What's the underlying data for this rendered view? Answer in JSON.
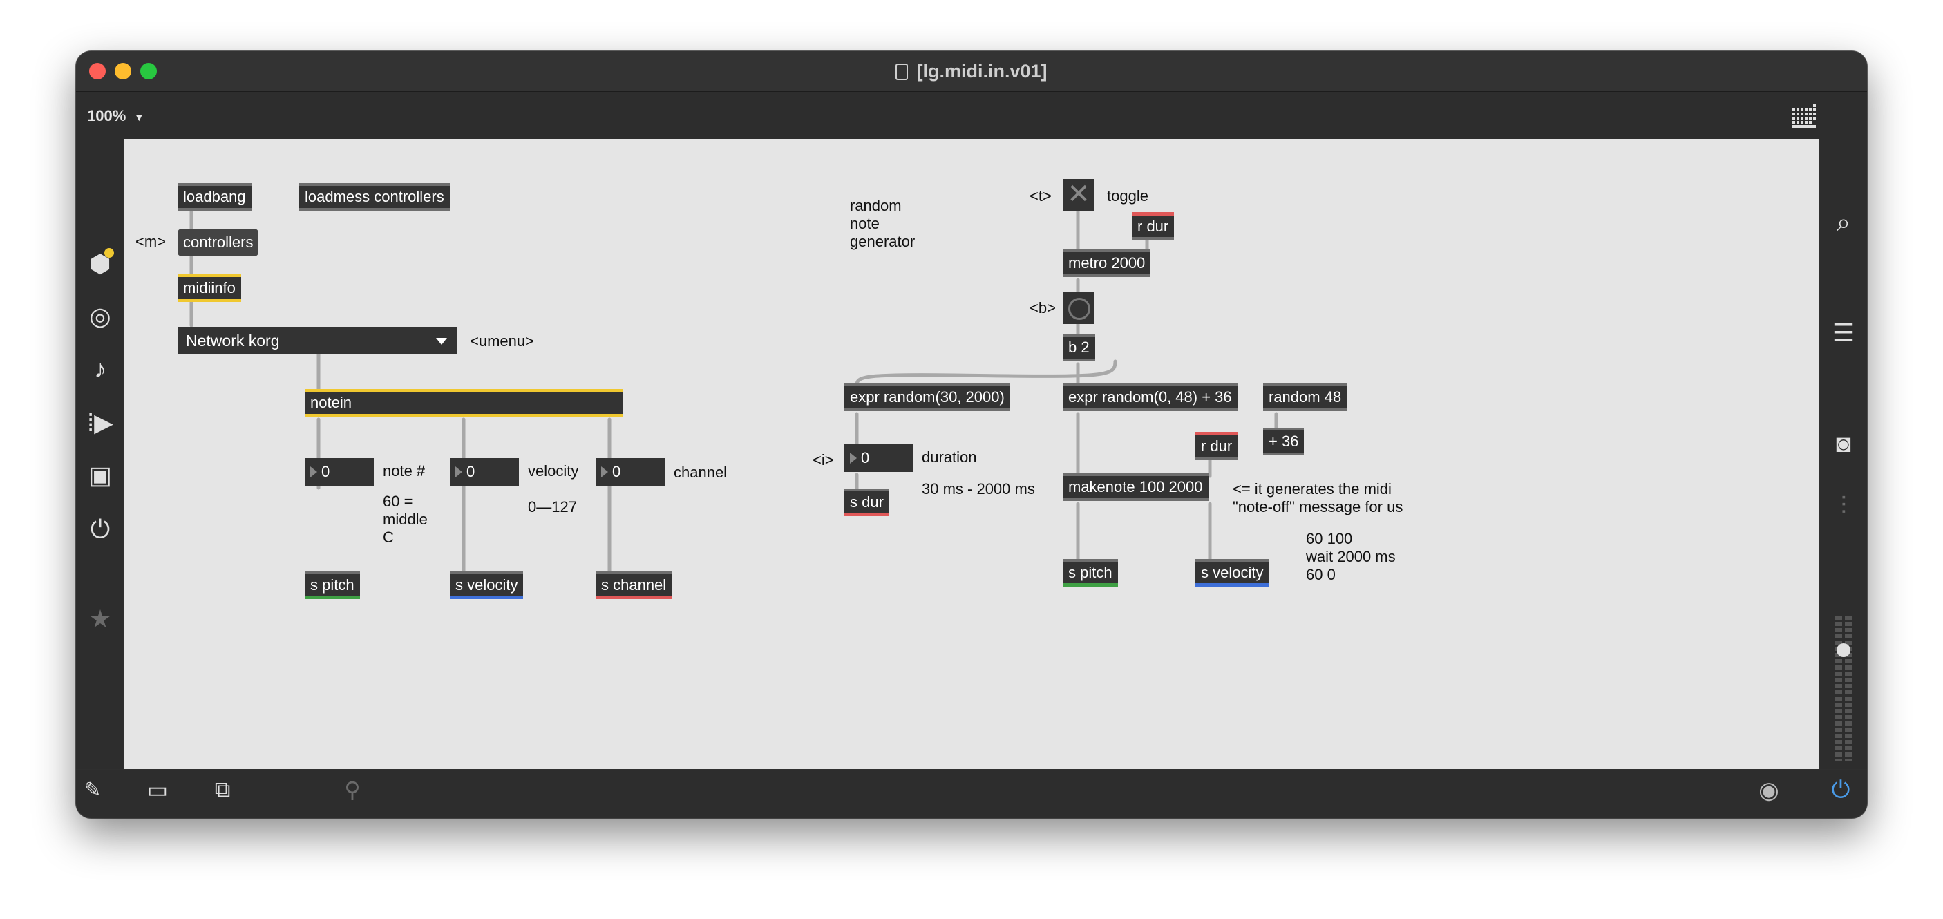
{
  "window": {
    "title": "[lg.midi.in.v01]"
  },
  "toolbar": {
    "zoom": "100%"
  },
  "colors": {
    "canvas": "#e5e5e5",
    "object": "#333333",
    "yellow": "#f0c830",
    "green": "#3fa044",
    "blue": "#3e6fd8",
    "red": "#e05858"
  },
  "left_sidebar": [
    "objects-icon",
    "target-icon",
    "music-note-icon",
    "clip-icon",
    "image-icon",
    "plugin-icon",
    "star-icon"
  ],
  "right_sidebar": [
    "search-icon",
    "list-icon",
    "snapshot-icon",
    "sliders-icon"
  ],
  "patch": {
    "loadbang": "loadbang",
    "loadmess": "loadmess controllers",
    "label_m": "<m>",
    "controllers": "controllers",
    "midiinfo": "midiinfo",
    "umenu_value": "Network korg",
    "label_umenu": "<umenu>",
    "notein": "notein",
    "num_note": "0",
    "num_velocity": "0",
    "num_channel": "0",
    "label_note": "note #",
    "label_note_desc": "60 =\nmiddle\nC",
    "label_velocity": "velocity",
    "label_velocity_range": "0—127",
    "label_channel": "channel",
    "s_pitch": "s pitch",
    "s_velocity": "s velocity",
    "s_channel": "s channel",
    "random_note_label": "random\nnote\ngenerator",
    "label_t": "<t>",
    "toggle_label": "toggle",
    "r_dur_1": "r dur",
    "metro": "metro 2000",
    "label_b": "<b>",
    "b2": "b 2",
    "expr_dur": "expr random(30, 2000)",
    "expr_pitch": "expr random(0, 48) + 36",
    "random48": "random 48",
    "plus36": "+ 36",
    "label_i": "<i>",
    "num_duration": "0",
    "duration_label": "duration",
    "duration_range": "30 ms - 2000 ms",
    "s_dur": "s dur",
    "r_dur_2": "r dur",
    "makenote": "makenote 100 2000",
    "makenote_comment": "<= it generates the midi\n\"note-off\" message for us",
    "makenote_example": "60 100\nwait 2000 ms\n60 0",
    "s_pitch_2": "s pitch",
    "s_velocity_2": "s velocity"
  }
}
